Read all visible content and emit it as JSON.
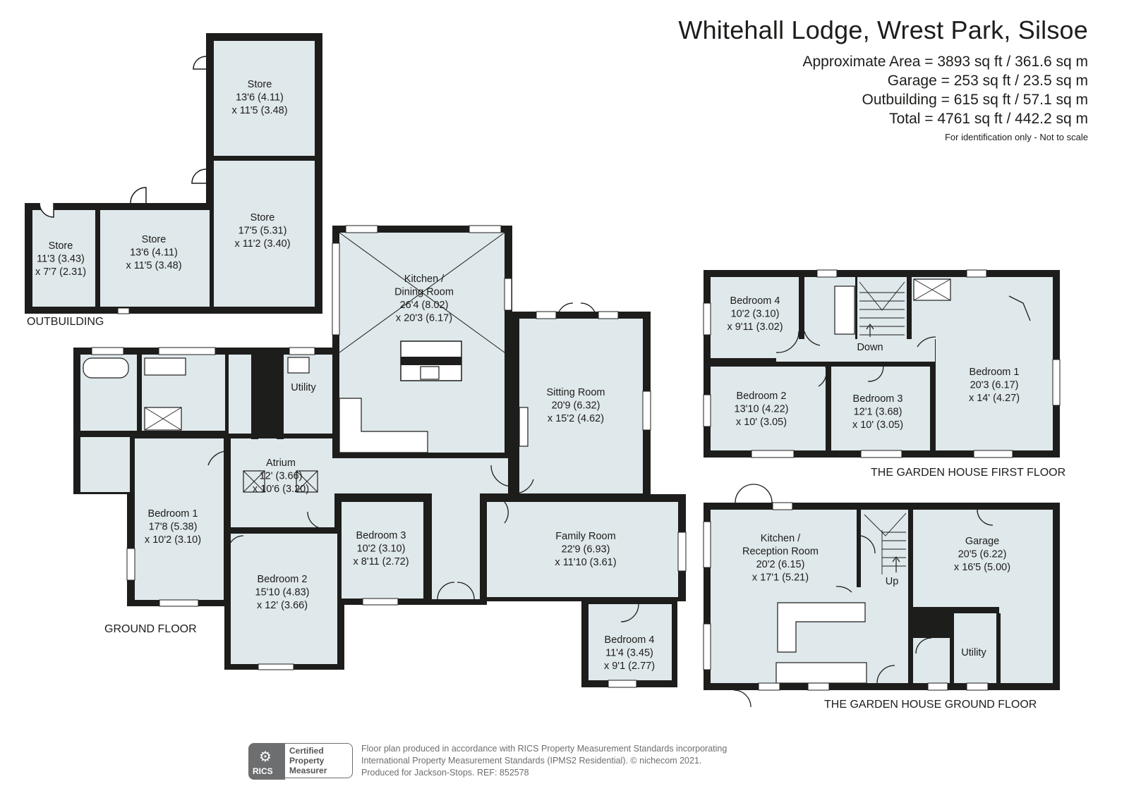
{
  "header": {
    "title": "Whitehall Lodge, Wrest Park, Silsoe",
    "areas": [
      "Approximate Area = 3893 sq ft / 361.6 sq m",
      "Garage = 253 sq ft / 23.5 sq m",
      "Outbuilding = 615 sq ft / 57.1 sq m",
      "Total = 4761 sq ft / 442.2 sq m"
    ],
    "disclaimer": "For identification only - Not to scale"
  },
  "floor_labels": {
    "outbuilding": "OUTBUILDING",
    "ground": "GROUND FLOOR",
    "garden_first": "THE GARDEN HOUSE FIRST FLOOR",
    "garden_ground": "THE GARDEN HOUSE GROUND FLOOR"
  },
  "rooms": {
    "ob_store_top": [
      "Store",
      "13'6 (4.11)",
      "x 11'5 (3.48)"
    ],
    "ob_store_mid": [
      "Store",
      "17'5 (5.31)",
      "x 11'2 (3.40)"
    ],
    "ob_store_small": [
      "Store",
      "11'3 (3.43)",
      "x 7'7 (2.31)"
    ],
    "ob_store_center": [
      "Store",
      "13'6 (4.11)",
      "x 11'5 (3.48)"
    ],
    "gf_kitchen": [
      "Kitchen /",
      "Dining Room",
      "26'4 (8.02)",
      "x 20'3 (6.17)"
    ],
    "gf_sitting": [
      "Sitting Room",
      "20'9 (6.32)",
      "x 15'2 (4.62)"
    ],
    "gf_utility": [
      "Utility"
    ],
    "gf_atrium": [
      "Atrium",
      "12' (3.66)",
      "x 10'6 (3.20)"
    ],
    "gf_bed1": [
      "Bedroom 1",
      "17'8 (5.38)",
      "x 10'2 (3.10)"
    ],
    "gf_bed2": [
      "Bedroom 2",
      "15'10 (4.83)",
      "x 12' (3.66)"
    ],
    "gf_bed3": [
      "Bedroom 3",
      "10'2 (3.10)",
      "x 8'11 (2.72)"
    ],
    "gf_family": [
      "Family Room",
      "22'9 (6.93)",
      "x 11'10 (3.61)"
    ],
    "gf_bed4": [
      "Bedroom 4",
      "11'4 (3.45)",
      "x 9'1 (2.77)"
    ],
    "gh1_bed4": [
      "Bedroom 4",
      "10'2 (3.10)",
      "x 9'11 (3.02)"
    ],
    "gh1_bed2": [
      "Bedroom 2",
      "13'10 (4.22)",
      "x 10' (3.05)"
    ],
    "gh1_bed3": [
      "Bedroom 3",
      "12'1 (3.68)",
      "x 10' (3.05)"
    ],
    "gh1_bed1": [
      "Bedroom 1",
      "20'3 (6.17)",
      "x 14' (4.27)"
    ],
    "gh1_down": [
      "Down"
    ],
    "ghg_kitchen": [
      "Kitchen /",
      "Reception Room",
      "20'2 (6.15)",
      "x 17'1 (5.21)"
    ],
    "ghg_garage": [
      "Garage",
      "20'5 (6.22)",
      "x 16'5 (5.00)"
    ],
    "ghg_utility": [
      "Utility"
    ],
    "ghg_up": [
      "Up"
    ]
  },
  "footer": {
    "badge_text": "RICS",
    "certified": [
      "Certified",
      "Property",
      "Measurer"
    ],
    "lines": [
      "Floor plan produced in accordance with RICS Property Measurement Standards incorporating",
      "International Property Measurement Standards (IPMS2 Residential).  © nichecom 2021.",
      "Produced for Jackson-Stops.   REF:  852578"
    ]
  },
  "colors": {
    "room_fill": "#dfe8eb",
    "wall": "#1d1d1b",
    "window": "#ffffff"
  }
}
